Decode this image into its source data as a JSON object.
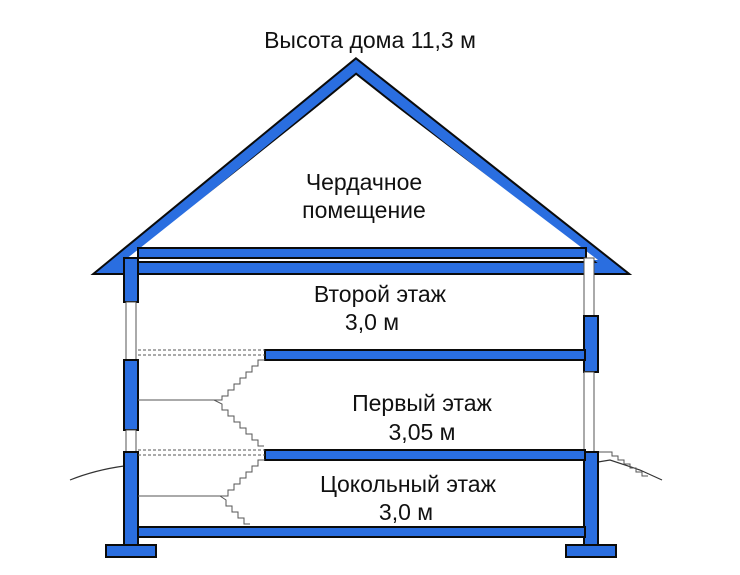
{
  "diagram": {
    "title": "Высота дома 11,3 м",
    "attic": {
      "line1": "Чердачное",
      "line2": "помещение"
    },
    "second_floor": {
      "name": "Второй этаж",
      "height": "3,0 м"
    },
    "first_floor": {
      "name": "Первый этаж",
      "height": "3,05 м"
    },
    "basement": {
      "name": "Цокольный этаж",
      "height": "3,0 м"
    }
  },
  "colors": {
    "structure": "#2a6ee0",
    "outline": "#0b0b0b",
    "text": "#111111"
  }
}
